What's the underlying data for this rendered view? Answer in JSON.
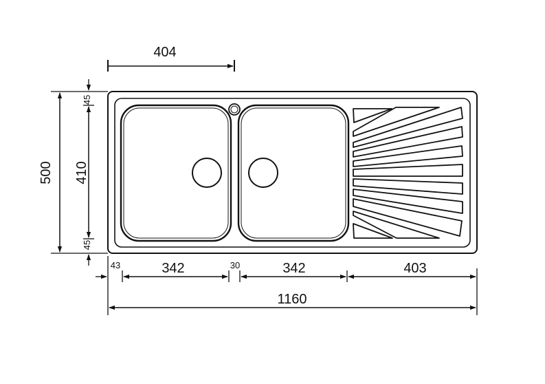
{
  "dimensions": {
    "top_width": "404",
    "overall_height": "500",
    "inner_height": "410",
    "top_margin": "45",
    "bottom_margin": "45",
    "left_margin": "43",
    "bowl1_width": "342",
    "gap": "30",
    "bowl2_width": "342",
    "drainer_width": "403",
    "overall_width": "1160"
  }
}
